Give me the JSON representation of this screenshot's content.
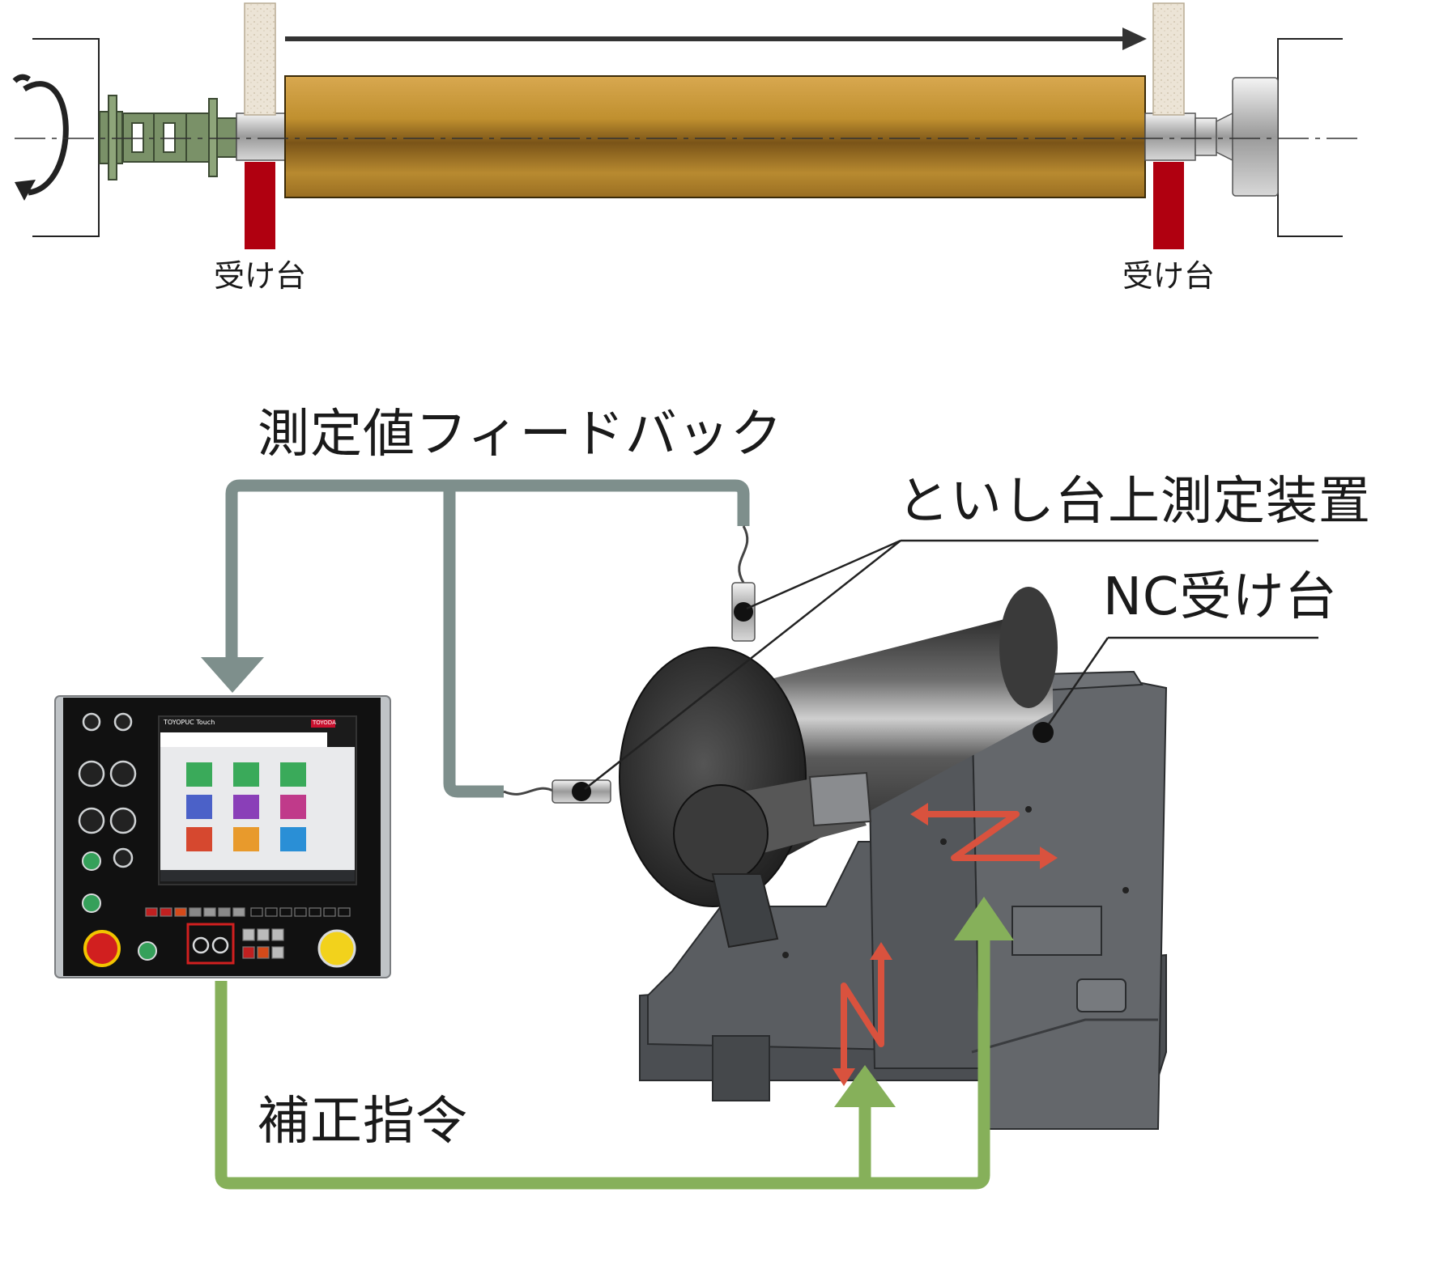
{
  "labels": {
    "rest_left": "受け台",
    "rest_right": "受け台",
    "feedback": "測定値フィードバック",
    "gauge": "といし台上測定装置",
    "nc_rest": "NC受け台",
    "correction": "補正指令"
  },
  "panel": {
    "brand": "TOYOPUC",
    "product": "Touch",
    "maker": "TOYODA"
  },
  "colors": {
    "roll_body": "#b0802a",
    "rest_red": "#b00010",
    "feedback_line": "#7e8f8c",
    "command_line": "#86b05a",
    "motion_arrow": "#d9523e",
    "machine_gray": "#585b5e",
    "panel_black": "#111111"
  },
  "icons": [
    "rotation-arrow-icon",
    "traverse-arrow-icon",
    "motion-arrow-icon",
    "emergency-stop-icon"
  ]
}
